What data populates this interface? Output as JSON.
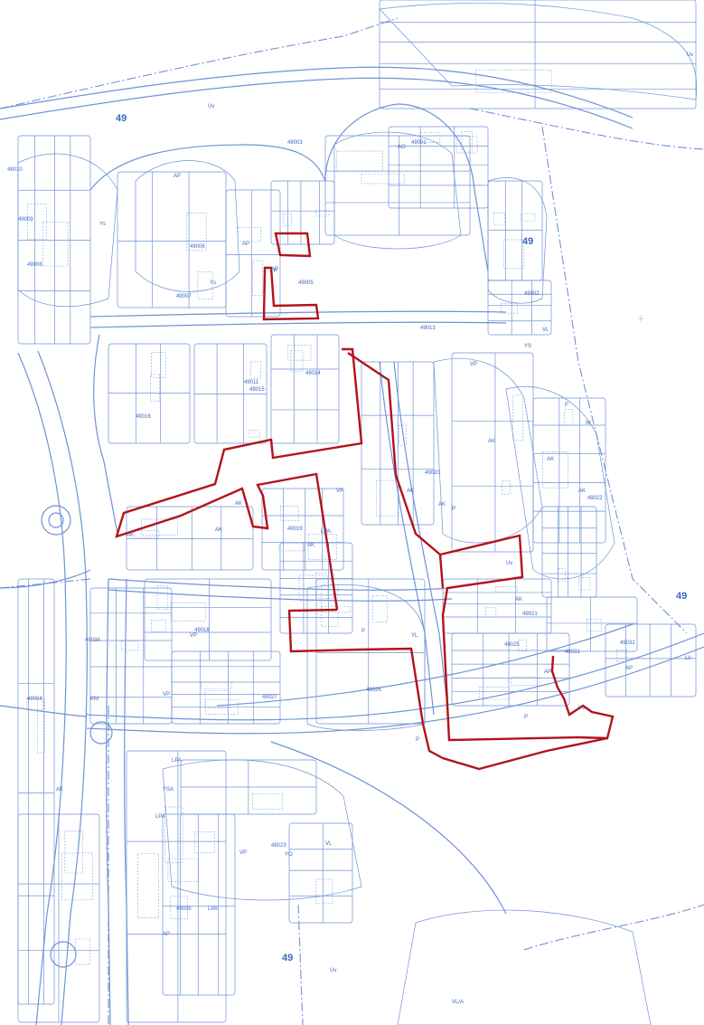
{
  "colors": {
    "background": "#ffffff",
    "map_line": "#6f93d6",
    "map_line_light": "#b9cdef",
    "map_text": "#3b66c4",
    "boundary": "#b3121b"
  },
  "district_labels": [
    "49",
    "49",
    "49",
    "49"
  ],
  "block_labels": [
    "49001",
    "49003",
    "49002",
    "49004",
    "49005",
    "49006",
    "49007",
    "49008",
    "49009",
    "49010",
    "49011",
    "49013",
    "49014",
    "49015",
    "49016",
    "49018",
    "49019",
    "49020",
    "49021",
    "49022",
    "49023",
    "49025",
    "49026",
    "49027",
    "49031",
    "49032",
    "49034",
    "49035"
  ],
  "zone_labels": [
    "AK",
    "AK",
    "AK",
    "AK",
    "AK",
    "AK",
    "AK",
    "AK",
    "AK",
    "AK",
    "AP",
    "AP",
    "AP",
    "AP",
    "AP",
    "Ys",
    "Ys",
    "YS",
    "YSA",
    "VP",
    "VP",
    "VP",
    "VP",
    "VP",
    "VL",
    "VL",
    "VL",
    "LPA",
    "LPA",
    "LPA",
    "LPA",
    "P",
    "P",
    "P",
    "P",
    "P",
    "P",
    "KM",
    "AO",
    "Uv",
    "Uv",
    "Uv",
    "LV",
    "W",
    "YL",
    "AP",
    "VL/A",
    "Uv",
    "AK",
    "YO"
  ],
  "icons": {
    "compass": "north-arrow-cross"
  }
}
